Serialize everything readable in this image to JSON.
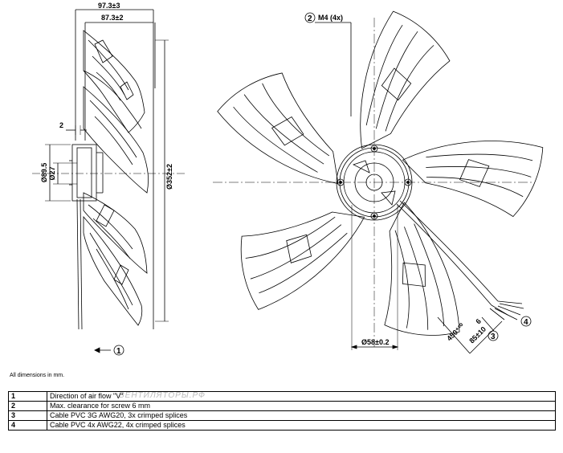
{
  "side_view": {
    "dim_overall_depth": "97.3±3",
    "dim_depth": "87.3±2",
    "dim_screw_clearance": "2",
    "dim_diameter_hub": "Ø89.5",
    "dim_diameter_shaft": "Ø27",
    "dim_diameter_fan": "Ø352±2",
    "callout_airflow": "1"
  },
  "front_view": {
    "callout_thread": "2",
    "thread_label": "M4 (4x)",
    "dim_bolt_circle": "Ø58±0.2",
    "dim_cable_length": "450⁺²⁰",
    "dim_strip_length": "6",
    "dim_splice_length": "85±10",
    "callout_cable_3g": "3",
    "callout_cable_4x": "4"
  },
  "note": "All dimensions in mm.",
  "watermark": "ВЕНТИЛЯТОРЫ.РФ",
  "legend": [
    {
      "num": "1",
      "text": "Direction of air flow \"V\""
    },
    {
      "num": "2",
      "text": "Max. clearance for screw 6 mm"
    },
    {
      "num": "3",
      "text": "Cable PVC 3G AWG20, 3x crimped splices"
    },
    {
      "num": "4",
      "text": "Cable PVC 4x AWG22, 4x crimped splices"
    }
  ]
}
